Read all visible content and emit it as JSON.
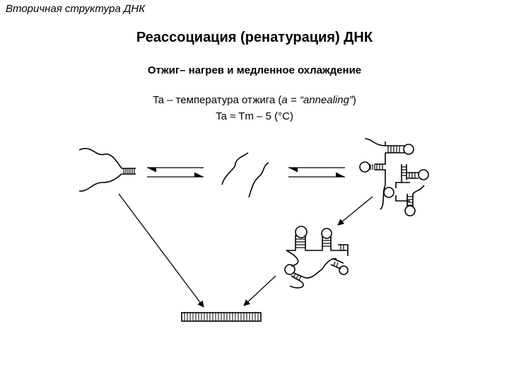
{
  "header": {
    "section_label": "Вторичная структура ДНК"
  },
  "title": "Реассоциация (ренатурация) ДНК",
  "subtitle": "Отжиг– нагрев и медленное охлаждение",
  "definitions": {
    "line1": {
      "prefix": "Ta – температура отжига (",
      "italic": "a = “annealing”",
      "suffix": ")"
    },
    "line2": "Ta ≈ Tm – 5 (°C)"
  },
  "colors": {
    "ink": "#000000",
    "background": "#ffffff"
  }
}
